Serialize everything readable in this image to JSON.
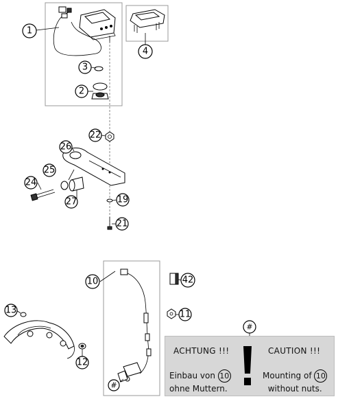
{
  "callouts": {
    "c1": "1",
    "c2": "2",
    "c3": "3",
    "c4": "4",
    "c10": "10",
    "c11": "11",
    "c12": "12",
    "c13": "13",
    "c19": "19",
    "c21": "21",
    "c22": "22",
    "c24": "24",
    "c25": "25",
    "c26": "26",
    "c27": "27",
    "c42": "42",
    "hash_notice": "#",
    "hash_sensor": "#"
  },
  "notice": {
    "title_de": "ACHTUNG !!!",
    "title_en": "CAUTION !!!",
    "de_line1_prefix": "Einbau von",
    "de_ref": "10",
    "de_line2": "ohne Muttern.",
    "en_line1_prefix": "Mounting of",
    "en_ref": "10",
    "en_line2": "without nuts."
  },
  "colors": {
    "notice_bg": "#d7d7d7",
    "frame": "#999999",
    "ink": "#000000"
  }
}
